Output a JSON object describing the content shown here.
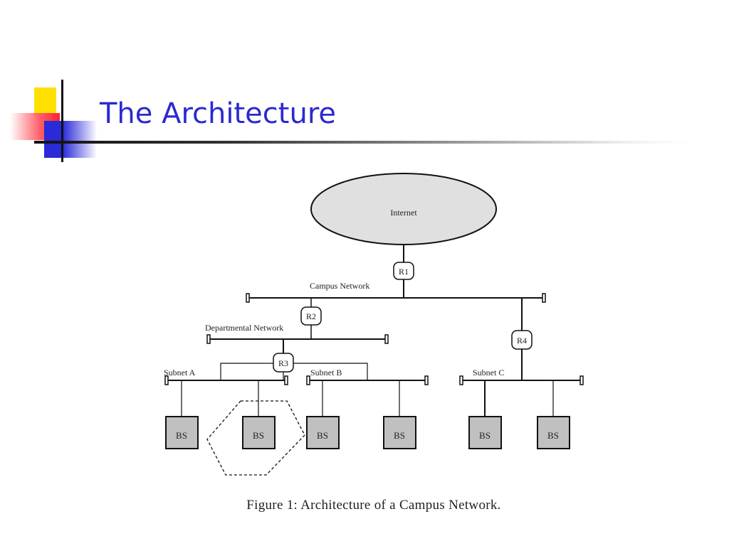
{
  "slide": {
    "title": "The Architecture",
    "caption": "Figure 1: Architecture of a Campus Network."
  },
  "diagram": {
    "internet": {
      "label": "Internet",
      "fill": "#e0e0e0"
    },
    "routers": [
      "R1",
      "R2",
      "R3",
      "R4"
    ],
    "networks": {
      "campus": "Campus Network",
      "departmental": "Departmental Network",
      "subnet_a": "Subnet A",
      "subnet_b": "Subnet B",
      "subnet_c": "Subnet C"
    },
    "base_stations": [
      "BS",
      "BS",
      "BS",
      "BS",
      "BS",
      "BS"
    ],
    "bs_fill": "#c0c0c0"
  }
}
